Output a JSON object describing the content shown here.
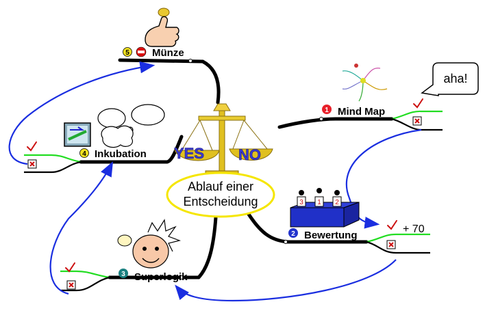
{
  "center": {
    "line1": "Ablauf einer",
    "line2": "Entscheidung"
  },
  "scale": {
    "left_pan": "YES",
    "right_pan": "NO"
  },
  "branches": [
    {
      "number": "1",
      "label": "Mind Map",
      "badge_color": "#e8202a"
    },
    {
      "number": "2",
      "label": "Bewertung",
      "badge_color": "#2233cc"
    },
    {
      "number": "3",
      "label": "Superlogik",
      "badge_color": "#1a8080"
    },
    {
      "number": "4",
      "label": "Inkubation",
      "badge_color": "#f0e020"
    },
    {
      "number": "5",
      "label": "Münze",
      "badge_color": "#f0e020"
    }
  ],
  "annotations": {
    "aha": "aha!",
    "score": "+ 70"
  },
  "podium": [
    "3",
    "1",
    "2"
  ],
  "colors": {
    "branch": "#000000",
    "arrow": "#1a2ee0",
    "accept": "#22dd22",
    "check": "#cc1111",
    "reject": "#cc1111",
    "center_outline": "#f5e600"
  }
}
